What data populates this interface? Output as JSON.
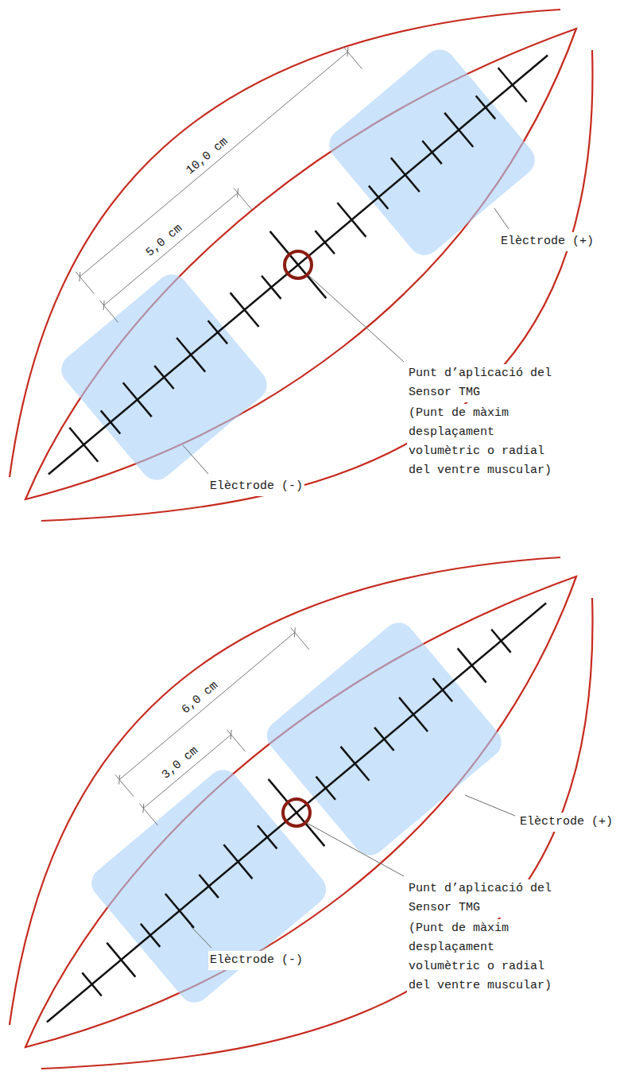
{
  "diagram": {
    "labels": [
      "10,0 cm",
      "5,0 cm",
      "Elèctrode (+)",
      "Punt d’aplicació del Sensor TMG",
      "(Punt de màxim desplaçament volumètric o radial del ventre muscular)",
      "Elèctrode (-)",
      "6,0 cm",
      "3,0 cm",
      "Elèctrode (+)",
      "Punt d’aplicació del Sensor TMG",
      "(Punt de màxim desplaçament volumètric o radial del ventre muscular)",
      "Elèctrode (-)"
    ]
  }
}
